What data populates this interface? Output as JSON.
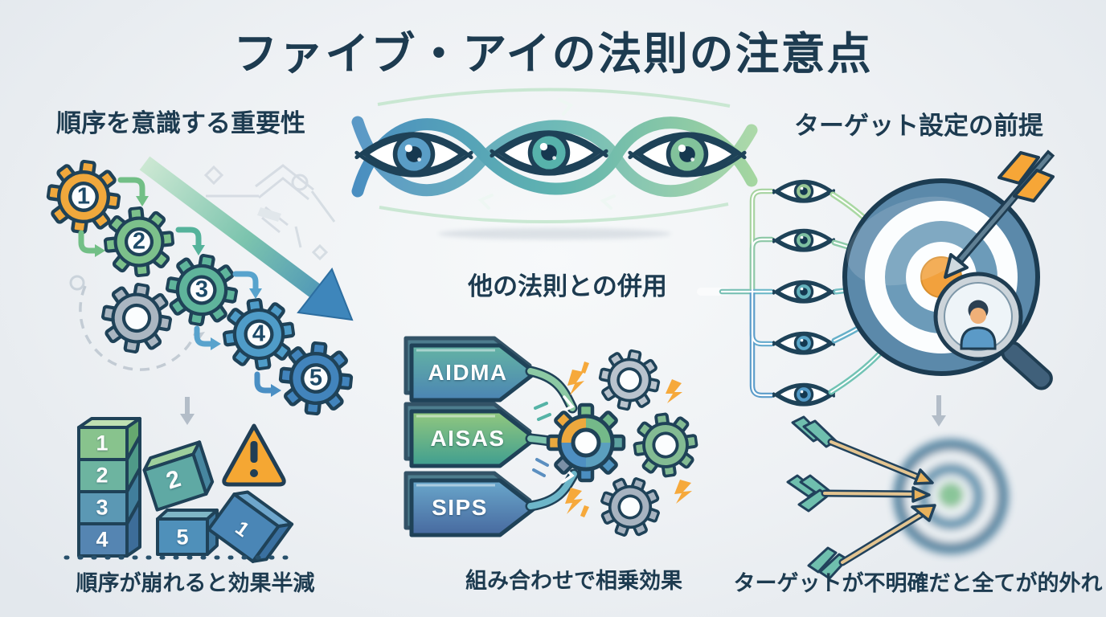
{
  "page": {
    "title": "ファイブ・アイの法則の注意点"
  },
  "colors": {
    "heading_text": "#1d3b50",
    "accent_orange": "#f0a83c",
    "accent_green": "#7cc08b",
    "accent_teal": "#57b0a5",
    "accent_blue": "#4f94c4",
    "accent_slate": "#8a9aae",
    "warning_orange": "#f5a733",
    "target_ring_blue": "#5c8aab",
    "bullseye_orange": "#f2a13d"
  },
  "sections": {
    "order": {
      "heading": "順序を意識する重要性",
      "caption": "順序が崩れると効果半減",
      "gear_numbers": [
        "1",
        "2",
        "3",
        "4",
        "5"
      ],
      "stack_numbers": [
        "1",
        "2",
        "3",
        "4"
      ],
      "fallen_blocks": [
        "2",
        "5",
        "1"
      ]
    },
    "combine": {
      "heading": "他の法則との併用",
      "caption": "組み合わせで相乗効果",
      "tags": [
        "AIDMA",
        "AISAS",
        "SIPS"
      ]
    },
    "target": {
      "heading": "ターゲット設定の前提",
      "caption": "ターゲットが不明確だと全てが的外れ"
    }
  }
}
